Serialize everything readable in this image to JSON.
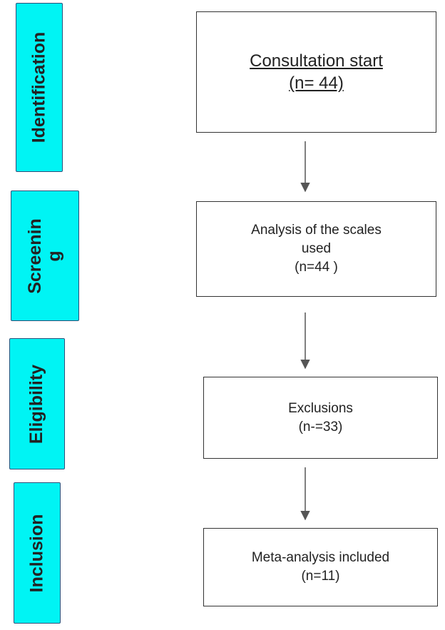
{
  "stages": [
    {
      "label": "Identification"
    },
    {
      "label": "Screenin\ng"
    },
    {
      "label": "Eligibility"
    },
    {
      "label": "Inclusion"
    }
  ],
  "boxes": [
    {
      "line1": "Consultation start",
      "line2": "(n= 44)"
    },
    {
      "line1": "Analysis of the scales",
      "line2": "used",
      "line3": "(n=44 )"
    },
    {
      "line1": "Exclusions",
      "line2": "(n-=33)"
    },
    {
      "line1": "Meta-analysis included",
      "line2": "(n=11)"
    }
  ],
  "colors": {
    "stage_fill": "#00f4f4",
    "stage_border": "#2b4f7a",
    "box_border": "#333333",
    "arrow": "#555555"
  }
}
